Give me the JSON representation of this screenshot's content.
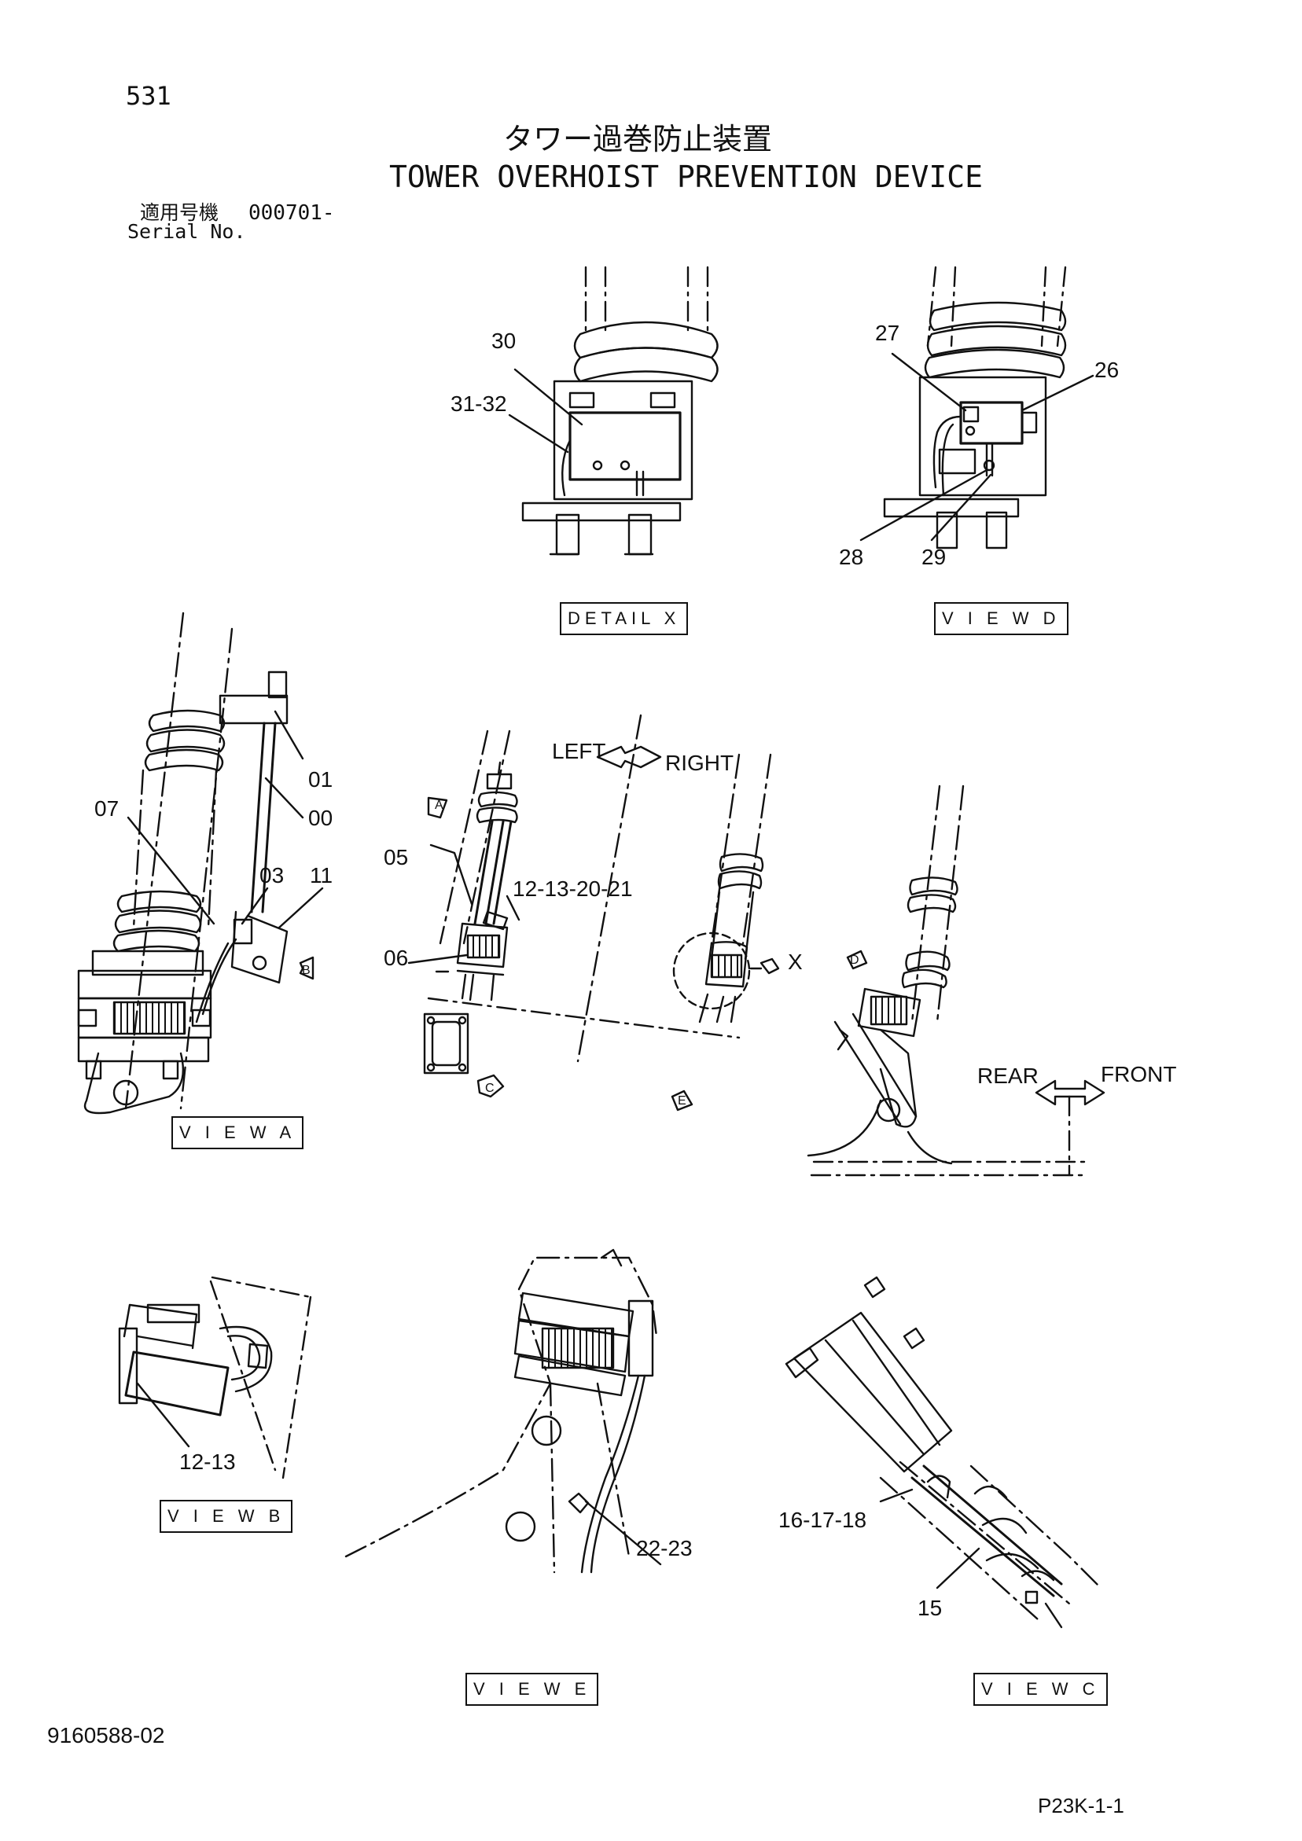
{
  "header": {
    "page_number": "531",
    "title_jp": "タワー過巻防止装置",
    "title_en": "TOWER OVERHOIST PREVENTION DEVICE",
    "serial_label_jp": "適用号機",
    "serial_value": "000701-",
    "serial_label_en": "Serial No."
  },
  "views": {
    "detail_x": "DETAIL X",
    "view_d": "V I E W D",
    "view_a": "V I E W A",
    "view_b": "V I E W B",
    "view_e": "V I E W E",
    "view_c": "V I E W C"
  },
  "directions": {
    "left": "LEFT",
    "right": "RIGHT",
    "rear": "REAR",
    "front": "FRONT",
    "x_marker": "X"
  },
  "view_markers": [
    "A",
    "B",
    "C",
    "D",
    "E"
  ],
  "part_labels": {
    "p30": "30",
    "p31_32": "31-32",
    "p27": "27",
    "p26": "26",
    "p28": "28",
    "p29": "29",
    "p01": "01",
    "p00": "00",
    "p07": "07",
    "p03": "03",
    "p11": "11",
    "p05": "05",
    "p12_13_20_21": "12-13-20-21",
    "p06": "06",
    "p12_13": "12-13",
    "p22_23": "22-23",
    "p16_17_18": "16-17-18",
    "p15": "15"
  },
  "footer": {
    "doc_number": "9160588-02",
    "page_code": "P23K-1-1"
  }
}
